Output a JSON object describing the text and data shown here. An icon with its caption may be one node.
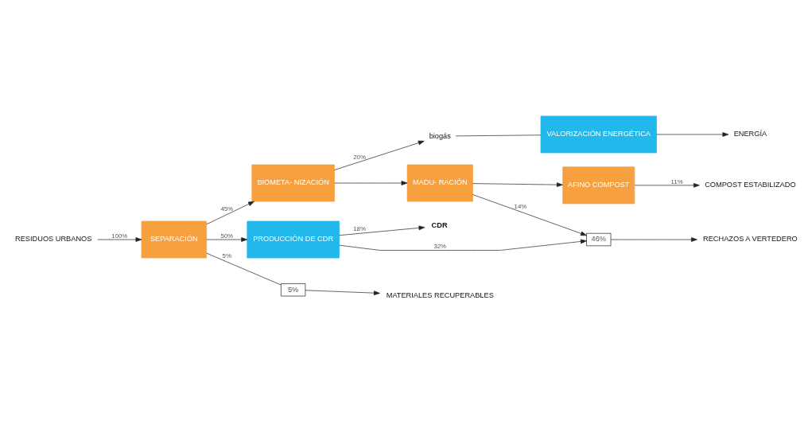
{
  "diagram": {
    "nodes": [
      {
        "text": [
          "RESIDUOS URBANOS"
        ]
      },
      {
        "text": [
          "SEPARACIÓN"
        ]
      },
      {
        "text": [
          "BIOMETA- NIZACIÓN"
        ]
      },
      {
        "text": [
          "MADU- RACIÓN"
        ]
      },
      {
        "text": [
          "AFINO COMPOST"
        ]
      },
      {
        "text": [
          "VALORIZACIÓN ENERGÉTICA"
        ]
      },
      {
        "text": [
          "biogás"
        ]
      },
      {
        "text": [
          "PRODUCCIÓN DE CDR"
        ]
      },
      {
        "text": [
          "46%"
        ]
      },
      {
        "text": [
          "5%"
        ]
      },
      {
        "text": [
          "ENERGÍA"
        ]
      },
      {
        "text": [
          "COMPOST ESTABILIZADO"
        ]
      },
      {
        "text": [
          "RECHAZOS A VERTEDERO"
        ]
      },
      {
        "text": [
          "CDR"
        ]
      },
      {
        "text": [
          "MATERIALES RECUPERABLES"
        ]
      }
    ],
    "edges": [
      {
        "from": 0,
        "to": 1,
        "arrow": "to",
        "label": "100%"
      },
      {
        "from": 1,
        "to": 2,
        "arrow": "to",
        "label": "45%"
      },
      {
        "from": 2,
        "to": 6,
        "arrow": "to",
        "label": "20%"
      },
      {
        "from": 6,
        "to": 5,
        "arrow": "none"
      },
      {
        "from": 5,
        "to": 10,
        "arrow": "to"
      },
      {
        "from": 2,
        "to": 3,
        "arrow": "to"
      },
      {
        "from": 3,
        "to": 4,
        "arrow": "to"
      },
      {
        "from": 4,
        "to": 11,
        "arrow": "to",
        "label": "11%"
      },
      {
        "from": 3,
        "to": 8,
        "arrow": "to",
        "label": "14%"
      },
      {
        "from": 7,
        "to": 8,
        "arrow": "to",
        "label": "32%"
      },
      {
        "from": 8,
        "to": 12,
        "arrow": "to"
      },
      {
        "from": 1,
        "to": 7,
        "arrow": "to",
        "label": "50%"
      },
      {
        "from": 7,
        "to": 13,
        "arrow": "to",
        "label": "18%"
      },
      {
        "from": 1,
        "to": 9,
        "arrow": "none",
        "label": "5%"
      },
      {
        "from": 9,
        "to": 14,
        "arrow": "to"
      }
    ]
  }
}
